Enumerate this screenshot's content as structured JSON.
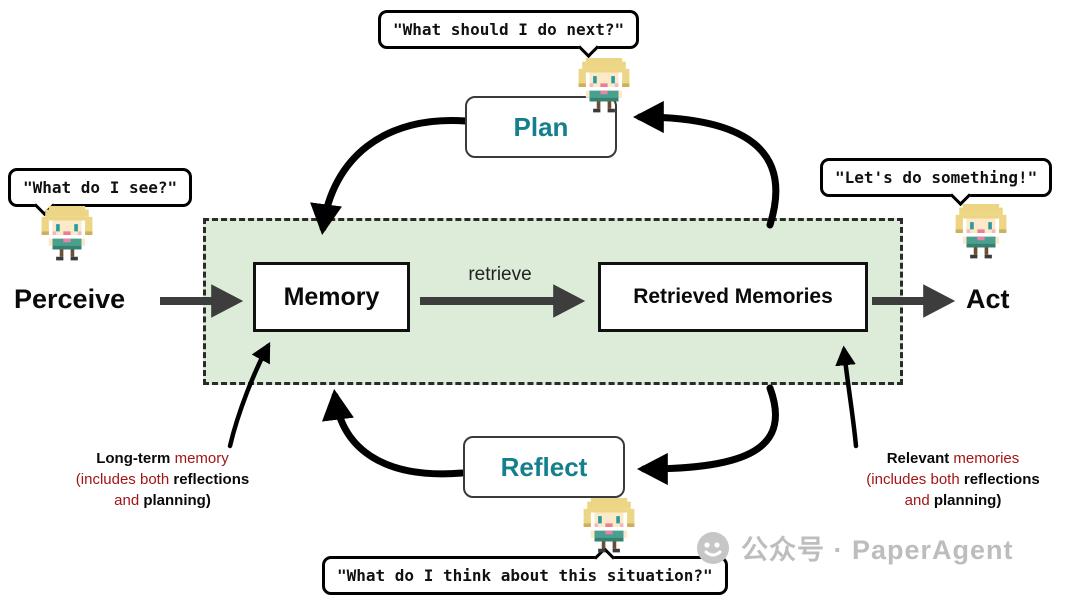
{
  "colors": {
    "region_fill": "#dcecd9",
    "accent_teal": "#14808d",
    "annotation_red": "#a31515",
    "arrow_black": "#000000",
    "arrow_gray": "#3d3d3d",
    "watermark_gray": "#bdbdbd"
  },
  "nodes": {
    "perceive": "Perceive",
    "memory": "Memory",
    "retrieve": "retrieve",
    "retrieved_memories": "Retrieved Memories",
    "act": "Act",
    "plan": "Plan",
    "reflect": "Reflect"
  },
  "bubbles": {
    "plan": "\"What should I do next?\"",
    "perceive": "\"What do I see?\"",
    "act": "\"Let's do something!\"",
    "reflect": "\"What do I think about this situation?\""
  },
  "annotation_left": {
    "p1": "Long-term",
    "p2": "memory",
    "p3": "(includes both",
    "p4": "reflections",
    "p5": "and",
    "p6": "planning)"
  },
  "annotation_right": {
    "p1": "Relevant",
    "p2": "memories",
    "p3": "(includes both",
    "p4": "reflections",
    "p5": "and",
    "p6": "planning)"
  },
  "watermark": {
    "text": "公众号 · PaperAgent"
  }
}
